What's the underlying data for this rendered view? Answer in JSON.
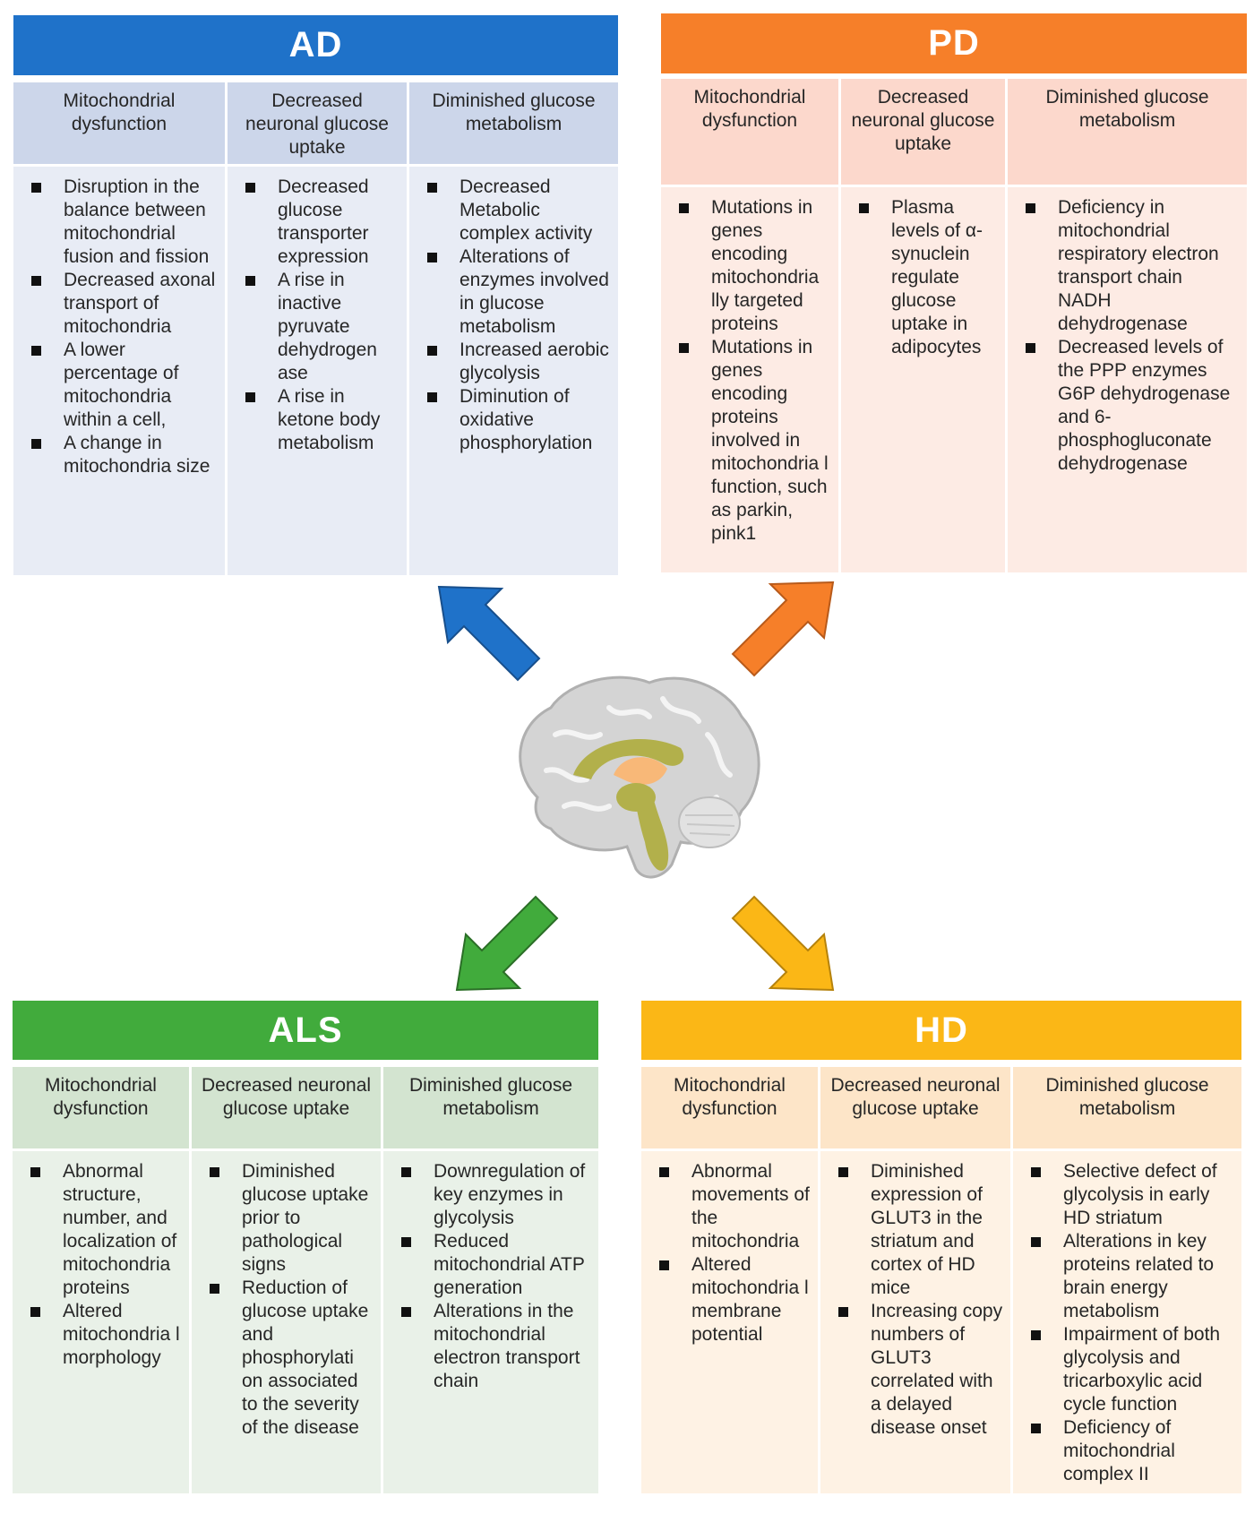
{
  "panels": {
    "ad": {
      "title": "AD",
      "color": "#1f72c9",
      "columns": [
        {
          "header": "Mitochondrial dysfunction",
          "items": [
            "Disruption in the balance between mitochondrial fusion and fission",
            "Decreased axonal transport of mitochondria",
            "A lower percentage of mitochondria within a cell,",
            "A change in mitochondria size"
          ]
        },
        {
          "header": "Decreased neuronal glucose uptake",
          "items": [
            "Decreased glucose transporter expression",
            "A rise in inactive pyruvate dehydrogen ase",
            "A rise in ketone body metabolism"
          ]
        },
        {
          "header": "Diminished glucose metabolism",
          "items": [
            "Decreased Metabolic complex activity",
            "Alterations of enzymes involved in glucose metabolism",
            "Increased aerobic glycolysis",
            "Diminution of oxidative phosphorylation"
          ]
        }
      ]
    },
    "pd": {
      "title": "PD",
      "color": "#f67f29",
      "columns": [
        {
          "header": "Mitochondrial dysfunction",
          "items": [
            "Mutations in genes encoding mitochondria lly targeted proteins",
            "Mutations in genes encoding proteins involved in mitochondria l function, such as parkin, pink1"
          ]
        },
        {
          "header": "Decreased neuronal glucose uptake",
          "items": [
            "Plasma levels of α-synuclein regulate glucose uptake in adipocytes"
          ]
        },
        {
          "header": "Diminished glucose metabolism",
          "items": [
            "Deficiency in mitochondrial respiratory electron transport chain NADH dehydrogenase",
            "Decreased levels of the PPP enzymes G6P dehydrogenase and 6-phosphogluconate dehydrogenase"
          ]
        }
      ]
    },
    "als": {
      "title": "ALS",
      "color": "#41ab3c",
      "columns": [
        {
          "header": "Mitochondrial dysfunction",
          "items": [
            "Abnormal structure, number, and localization of mitochondria proteins",
            "Altered mitochondria l morphology"
          ]
        },
        {
          "header": "Decreased neuronal glucose uptake",
          "items": [
            "Diminished glucose uptake prior to pathological signs",
            "Reduction of glucose uptake and phosphorylati on associated to the severity of the disease"
          ]
        },
        {
          "header": "Diminished glucose metabolism",
          "items": [
            "Downregulation of key enzymes in glycolysis",
            "Reduced mitochondrial ATP generation",
            "Alterations in the mitochondrial electron transport chain"
          ]
        }
      ]
    },
    "hd": {
      "title": "HD",
      "color": "#fbb716",
      "columns": [
        {
          "header": "Mitochondrial dysfunction",
          "items": [
            "Abnormal movements of the mitochondria",
            "Altered mitochondria l membrane potential"
          ]
        },
        {
          "header": "Decreased neuronal glucose uptake",
          "items": [
            "Diminished expression of GLUT3 in the striatum and cortex of HD mice",
            "Increasing copy numbers of GLUT3 correlated with a delayed disease onset"
          ]
        },
        {
          "header": "Diminished glucose metabolism",
          "items": [
            "Selective defect of glycolysis in early HD striatum",
            "Alterations in key proteins related to brain energy metabolism",
            "Impairment of both glycolysis and tricarboxylic acid cycle function",
            "Deficiency of mitochondrial complex II"
          ]
        }
      ]
    }
  },
  "colors": {
    "ad_header_bg": "#ccd6ea",
    "ad_body_bg": "#e8ecf5",
    "pd_header_bg": "#fcd8cc",
    "pd_body_bg": "#fdebe4",
    "als_header_bg": "#d3e4d0",
    "als_body_bg": "#e9f1e8",
    "hd_header_bg": "#fde5c8",
    "hd_body_bg": "#fef2e4",
    "brain_gray": "#d4d4d4",
    "brain_outline": "#b0b0b0",
    "brain_olive": "#b2b04b",
    "brain_orange": "#f8b878"
  },
  "icons": {
    "center": "brain-icon",
    "arrows": [
      "arrow-up-left-icon",
      "arrow-up-right-icon",
      "arrow-down-left-icon",
      "arrow-down-right-icon"
    ]
  }
}
